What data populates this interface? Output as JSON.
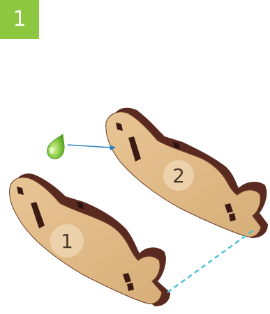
{
  "step": {
    "number": "1",
    "color": "#8dc63f"
  },
  "parts": [
    {
      "label": "1"
    },
    {
      "label": "2"
    }
  ],
  "glue_icon": "glue-drop-icon",
  "colors": {
    "wood_face": "#e2bd8a",
    "wood_edge": "#5a2a20",
    "glue": "#7cc33a",
    "arrow": "#2e7fc0",
    "dashed_line": "#4cc2d6"
  }
}
